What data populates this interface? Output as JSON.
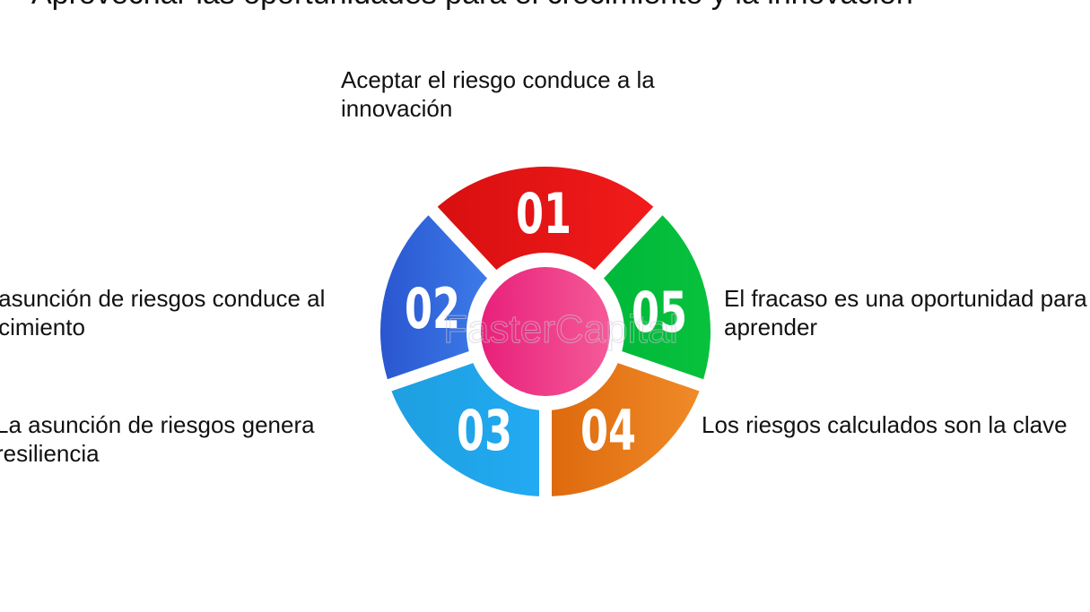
{
  "title": "Aprovechar las oportunidades para el crecimiento y la innovación",
  "watermark": "FasterCapital",
  "segments": [
    {
      "number": "01",
      "color_start": "#d80f10",
      "color_end": "#f21b1b",
      "text": [
        "Aceptar el riesgo conduce a la",
        "innovación"
      ]
    },
    {
      "number": "02",
      "color_start": "#2a56d0",
      "color_end": "#3c7be8",
      "text": [
        "La asunción de riesgos conduce al",
        "crecimiento"
      ]
    },
    {
      "number": "03",
      "color_start": "#1e9fe0",
      "color_end": "#22aaf2",
      "text": [
        "La asunción de riesgos genera",
        "resiliencia"
      ]
    },
    {
      "number": "04",
      "color_start": "#de6a0e",
      "color_end": "#f08a28",
      "text": [
        "Los riesgos calculados son la clave"
      ]
    },
    {
      "number": "05",
      "color_start": "#00b83a",
      "color_end": "#08c13c",
      "text": [
        "El fracaso es una oportunidad para",
        "aprender"
      ]
    }
  ],
  "center_color_start": "#e8207a",
  "center_color_end": "#f55a98"
}
